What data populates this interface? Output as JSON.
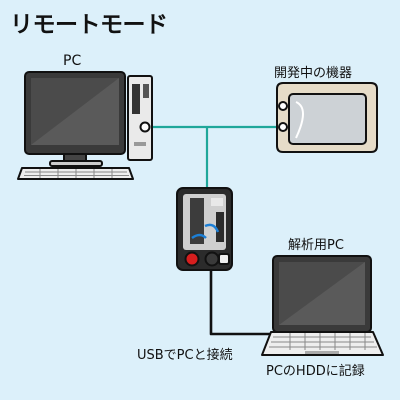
{
  "title": "リモートモード",
  "nodes": {
    "pc": "PC",
    "device": "開発中の機器",
    "analysis_pc": "解析用PC"
  },
  "connection_notes": {
    "usb_link": "USBでPCと接続",
    "hdd_record": "PCのHDDに記録"
  },
  "colors": {
    "background": "#dcf0fa",
    "link_line": "#1fa79a",
    "cable": "#111111",
    "device_body": "#e6dcc8",
    "device_screen": "#cdd2d6",
    "box_accent": "#1c7fd6",
    "record_dot": "#d61e1e"
  },
  "icons": [
    "desktop-pc-icon",
    "dev-device-icon",
    "remote-box-icon",
    "laptop-icon"
  ]
}
